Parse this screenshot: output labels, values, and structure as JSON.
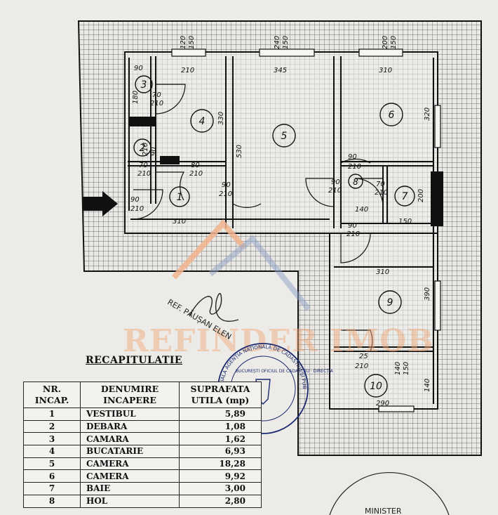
{
  "plan": {
    "dimensions": [
      "120",
      "150",
      "240",
      "150",
      "200",
      "150",
      "90",
      "210",
      "345",
      "310",
      "180",
      "70",
      "210",
      "330",
      "530",
      "320",
      "90",
      "210",
      "80",
      "210",
      "70",
      "210",
      "90",
      "210",
      "90",
      "210",
      "70",
      "210",
      "200",
      "90",
      "210",
      "140",
      "150",
      "90",
      "210",
      "310",
      "310",
      "90",
      "210",
      "390",
      "25",
      "210",
      "140",
      "150",
      "140",
      "290"
    ],
    "room_numbers": [
      "1",
      "2",
      "3",
      "4",
      "5",
      "6",
      "7",
      "8",
      "9",
      "10"
    ]
  },
  "watermark": {
    "text": "REFINDER IMOB"
  },
  "signature": {
    "text": "REF. PĂUȘAN ELEN"
  },
  "stamp": {
    "outer_text": "FILIALA AGENȚIA NAȚIONALĂ DE CADASTRU ȘI PUBLICITATE IMOBILIARĂ",
    "inner_text": "BUCUREȘTI OFICIUL DE CADASTRU · DIRECȚIA"
  },
  "stamp2": {
    "text": "MINISTER"
  },
  "recap": {
    "title": "RECAPITULATIE",
    "headers": {
      "nr": "NR. INCAP.",
      "name": "DENUMIRE INCAPERE",
      "area": "SUPRAFATA UTILA (mp)"
    },
    "rows": [
      {
        "nr": "1",
        "name": "VESTIBUL",
        "area": "5,89"
      },
      {
        "nr": "2",
        "name": "DEBARA",
        "area": "1,08"
      },
      {
        "nr": "3",
        "name": "CAMARA",
        "area": "1,62"
      },
      {
        "nr": "4",
        "name": "BUCATARIE",
        "area": "6,93"
      },
      {
        "nr": "5",
        "name": "CAMERA",
        "area": "18,28"
      },
      {
        "nr": "6",
        "name": "CAMERA",
        "area": "9,92"
      },
      {
        "nr": "7",
        "name": "BAIE",
        "area": "3,00"
      },
      {
        "nr": "8",
        "name": "HOL",
        "area": "2,80"
      }
    ]
  }
}
